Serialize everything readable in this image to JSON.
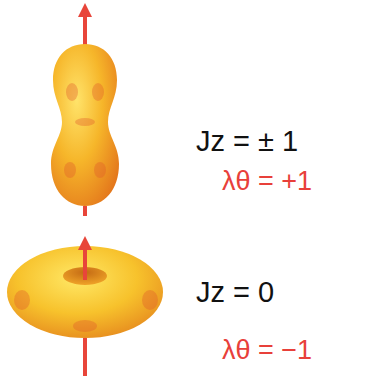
{
  "diagram": {
    "labels": [
      "Jz = ± 1",
      "λθ = +1",
      "Jz = 0",
      "λθ = −1"
    ]
  }
}
